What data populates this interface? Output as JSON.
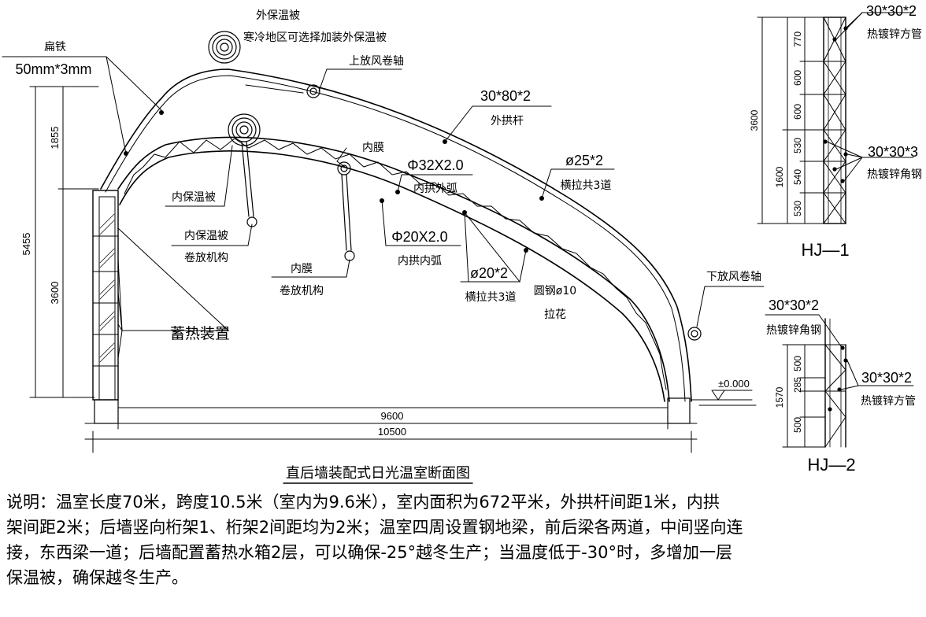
{
  "labels": {
    "outer_quilt": "外保温被",
    "outer_quilt_note": "寒冷地区可选择加装外保温被",
    "flat_iron": "扁铁",
    "flat_iron_size": "50mm*3mm",
    "upper_vent_roller": "上放风卷轴",
    "outer_arch_size": "30*80*2",
    "outer_arch": "外拱杆",
    "inner_film": "内膜",
    "inner_arch_outer_size": "Φ32X2.0",
    "inner_arch_outer": "内拱外弧",
    "tie_rod_a_size": "ø25*2",
    "tie_rod_a": "横拉共3道",
    "inner_quilt": "内保温被",
    "inner_quilt_roller_1": "内保温被",
    "inner_quilt_roller_2": "卷放机构",
    "inner_arch_inner_size": "Φ20X2.0",
    "inner_arch_inner": "内拱内弧",
    "inner_film_roller_1": "内膜",
    "inner_film_roller_2": "卷放机构",
    "tie_rod_b_size": "ø20*2",
    "tie_rod_b": "横拉共3道",
    "round_steel": "圆钢ø10",
    "lattice": "拉花",
    "heat_storage": "蓄热装置",
    "lower_vent_roller": "下放风卷轴",
    "elevation": "±0.000",
    "title": "直后墙装配式日光温室断面图"
  },
  "dims": {
    "total_height": "5455",
    "upper_height": "1855",
    "wall_height": "3600",
    "inner_span": "9600",
    "total_span": "10500"
  },
  "hj1": {
    "name": "HJ—1",
    "top_size": "30*30*2",
    "top_material": "热镀锌方管",
    "mid_size": "30*30*3",
    "mid_material": "热镀锌角钢",
    "dim_total": "3600",
    "dim_a": "770",
    "dim_b": "600",
    "dim_c": "600",
    "dim_sub": "1600",
    "dim_d": "530",
    "dim_e": "540",
    "dim_f": "530"
  },
  "hj2": {
    "name": "HJ—2",
    "top_size": "30*30*2",
    "top_material": "热镀锌角钢",
    "right_size": "30*30*2",
    "right_material": "热镀锌方管",
    "dim_total": "1570",
    "dim_a": "500",
    "dim_b": "285",
    "dim_c": "500"
  },
  "notes": [
    "说明：温室长度70米，跨度10.5米（室内为9.6米），室内面积为672平米，外拱杆间距1米，内拱",
    "架间距2米；后墙竖向桁架1、桁架2间距均为2米；温室四周设置钢地梁，前后梁各两道，中间竖向连",
    "接，东西梁一道；后墙配置蓄热水箱2层，可以确保-25°越冬生产；当温度低于-30°时，多增加一层",
    "保温被，确保越冬生产。"
  ]
}
